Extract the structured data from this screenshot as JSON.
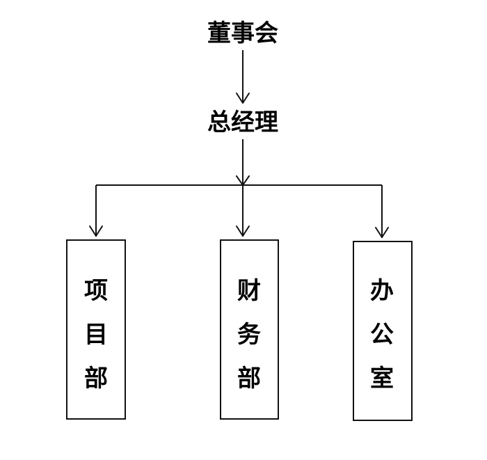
{
  "org_chart": {
    "top": "董事会",
    "middle": "总经理",
    "departments": [
      {
        "chars": [
          "项",
          "目",
          "部"
        ]
      },
      {
        "chars": [
          "财",
          "务",
          "部"
        ]
      },
      {
        "chars": [
          "办",
          "公",
          "室"
        ]
      }
    ]
  }
}
